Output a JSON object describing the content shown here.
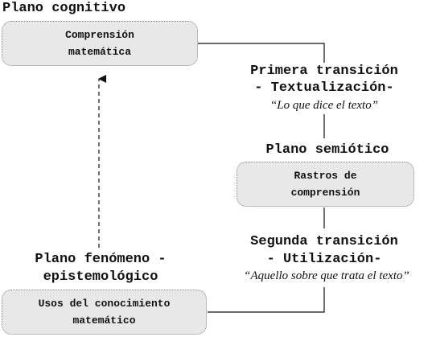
{
  "cognitive": {
    "heading": "Plano cognitivo",
    "box_line1": "Comprensión",
    "box_line2": "matemática"
  },
  "first_transition": {
    "line1": "Primera transición",
    "line2": "- Textualización-",
    "quote": "“Lo que dice el texto”"
  },
  "semiotic": {
    "heading": "Plano semiótico",
    "box_line1": "Rastros de",
    "box_line2": "comprensión"
  },
  "second_transition": {
    "line1": "Segunda transición",
    "line2": "- Utilización-",
    "quote": "“Aquello sobre que trata el texto”"
  },
  "phenomenal": {
    "heading_line1": "Plano fenómeno -",
    "heading_line2": "epistemológico",
    "box_line1": "Usos del conocimiento",
    "box_line2": "matemático"
  }
}
